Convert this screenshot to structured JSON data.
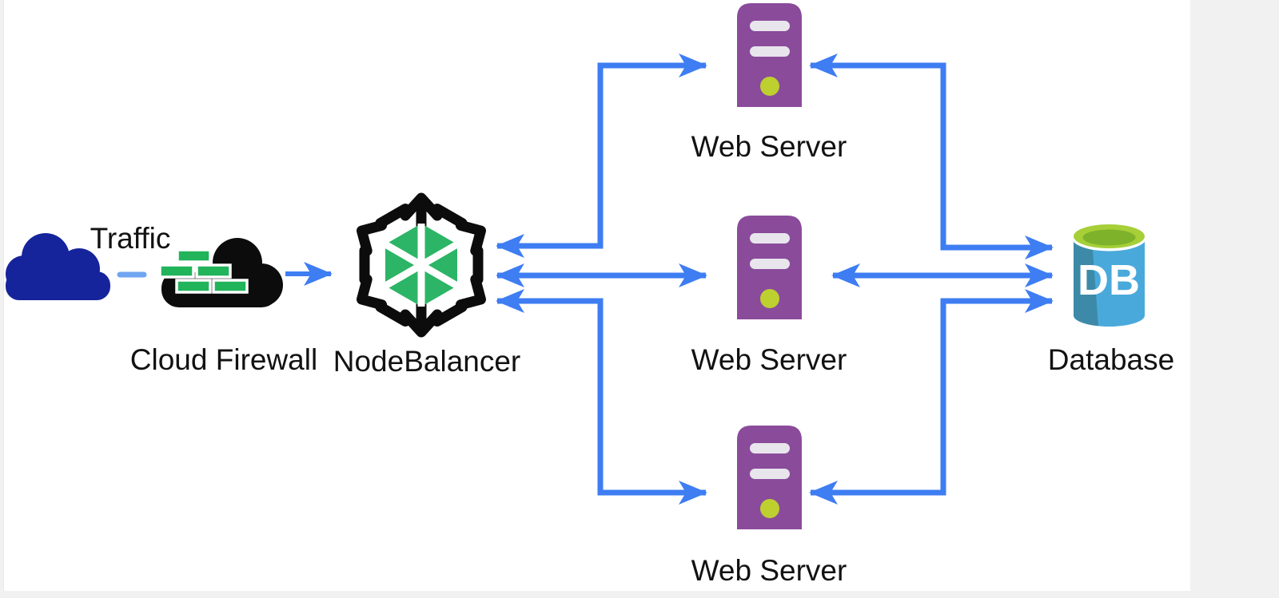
{
  "diagram": {
    "nodes": [
      {
        "id": "traffic",
        "label": "Traffic",
        "icon": "cloud-icon"
      },
      {
        "id": "cloud-firewall",
        "label": "Cloud Firewall",
        "icon": "firewall-cloud-icon"
      },
      {
        "id": "nodebalancer",
        "label": "NodeBalancer",
        "icon": "nodebalancer-hexagon-icon"
      },
      {
        "id": "web-server-top",
        "label": "Web Server",
        "icon": "server-tower-icon"
      },
      {
        "id": "web-server-middle",
        "label": "Web Server",
        "icon": "server-tower-icon"
      },
      {
        "id": "web-server-bottom",
        "label": "Web Server",
        "icon": "server-tower-icon"
      },
      {
        "id": "database",
        "label": "Database",
        "icon": "database-cylinder-icon",
        "icon_text": "DB"
      }
    ],
    "connections": [
      {
        "from": "traffic",
        "to": "cloud-firewall",
        "style": "dash",
        "direction": "none"
      },
      {
        "from": "cloud-firewall",
        "to": "nodebalancer",
        "style": "arrow",
        "direction": "forward"
      },
      {
        "from": "nodebalancer",
        "to": "web-server-top",
        "style": "arrow",
        "direction": "both"
      },
      {
        "from": "nodebalancer",
        "to": "web-server-middle",
        "style": "arrow",
        "direction": "both"
      },
      {
        "from": "nodebalancer",
        "to": "web-server-bottom",
        "style": "arrow",
        "direction": "both"
      },
      {
        "from": "web-server-top",
        "to": "database",
        "style": "arrow",
        "direction": "both"
      },
      {
        "from": "web-server-middle",
        "to": "database",
        "style": "arrow",
        "direction": "both"
      },
      {
        "from": "web-server-bottom",
        "to": "database",
        "style": "arrow",
        "direction": "both"
      }
    ],
    "colors": {
      "arrow_blue": "#3e7df2",
      "dash_blue": "#70a5f0",
      "traffic_cloud_navy": "#16249c",
      "firewall_black": "#0c0c0c",
      "brick_green": "#21b45b",
      "balancer_green": "#2cb566",
      "balancer_black": "#0c0c0c",
      "server_purple": "#8a4b9b",
      "server_slot_gray": "#e8e6ec",
      "server_led_green": "#bdd02f",
      "db_blue": "#49a9db",
      "db_shade_teal": "#3d8aa8",
      "db_lime": "#a6cf38",
      "db_lime_dark": "#7eb22a",
      "db_text_white": "#ffffff",
      "label_text": "#121212",
      "canvas_bg": "#ffffff",
      "page_bg": "#f1f1f2"
    }
  }
}
